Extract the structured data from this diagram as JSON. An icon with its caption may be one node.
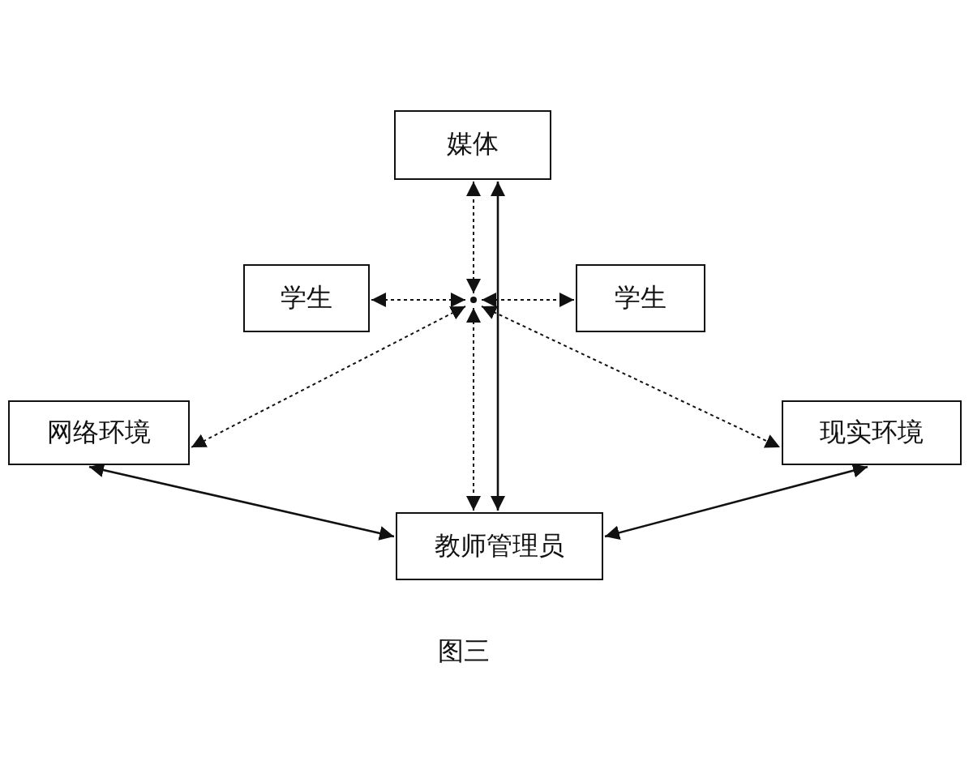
{
  "diagram": {
    "caption": "图三",
    "nodes": [
      {
        "text": [
          "媒体"
        ]
      },
      {
        "text": [
          "学生"
        ]
      },
      {
        "text": [
          "学生"
        ]
      },
      {
        "text": [
          "网络环境"
        ]
      },
      {
        "text": [
          "现实环境"
        ]
      },
      {
        "text": [
          "教师管理员"
        ]
      },
      {
        "text": [],
        "shape": "dot"
      }
    ],
    "edges": [
      {
        "from": 6,
        "to": 0,
        "arrow": "both",
        "style": "dashed"
      },
      {
        "from": 6,
        "to": 1,
        "arrow": "both",
        "style": "dashed"
      },
      {
        "from": 6,
        "to": 2,
        "arrow": "both",
        "style": "dashed"
      },
      {
        "from": 6,
        "to": 3,
        "arrow": "both",
        "style": "dashed"
      },
      {
        "from": 6,
        "to": 4,
        "arrow": "both",
        "style": "dashed"
      },
      {
        "from": 6,
        "to": 5,
        "arrow": "both",
        "style": "dashed"
      },
      {
        "from": 5,
        "to": 0,
        "arrow": "both"
      },
      {
        "from": 3,
        "to": 5,
        "arrow": "both"
      },
      {
        "from": 4,
        "to": 5,
        "arrow": "both"
      }
    ]
  }
}
